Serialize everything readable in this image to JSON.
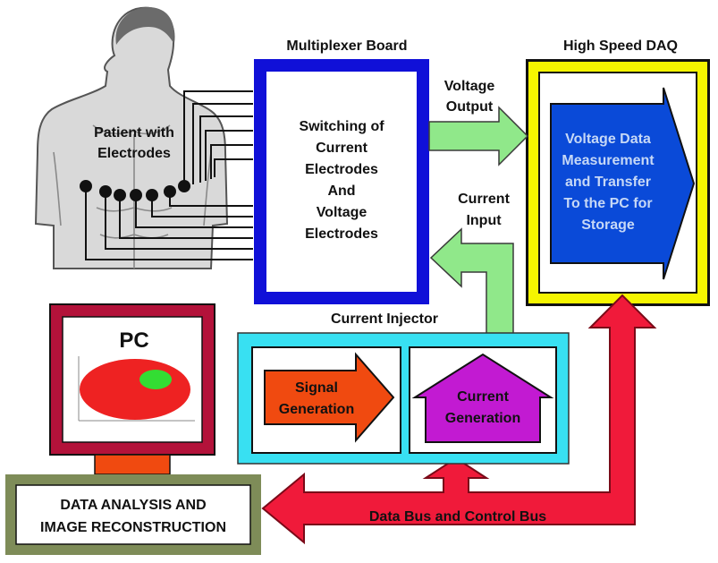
{
  "patient": {
    "label_line1": "Patient with",
    "label_line2": "Electrodes"
  },
  "multiplexer": {
    "title": "Multiplexer Board",
    "lines": [
      "Switching of",
      "Current",
      "Electrodes",
      "And",
      "Voltage",
      "Electrodes"
    ]
  },
  "daq": {
    "title": "High Speed DAQ",
    "lines": [
      "Voltage Data",
      "Measurement",
      "and Transfer",
      "To the PC for",
      "Storage"
    ]
  },
  "arrows": {
    "voltage_output": [
      "Voltage",
      "Output"
    ],
    "current_input": [
      "Current",
      "Input"
    ]
  },
  "injector": {
    "title": "Current Injector",
    "signal": [
      "Signal",
      "Generation"
    ],
    "current": [
      "Current",
      "Generation"
    ]
  },
  "pc": {
    "label": "PC"
  },
  "analysis": {
    "lines": [
      "DATA ANALYSIS AND",
      "IMAGE RECONSTRUCTION"
    ]
  },
  "bus": {
    "label": "Data Bus and Control Bus"
  },
  "colors": {
    "multiplexer_border": "#1010d8",
    "daq_border": "#f5f500",
    "daq_arrow": "#0a4ad8",
    "injector_border": "#38e0f2",
    "signal_arrow": "#f04a10",
    "current_arrow": "#c21ad2",
    "green_arrow": "#90e88a",
    "bus_red": "#f01a3a",
    "pc_frame": "#b3123a",
    "analysis_border": "#7e8c58"
  }
}
